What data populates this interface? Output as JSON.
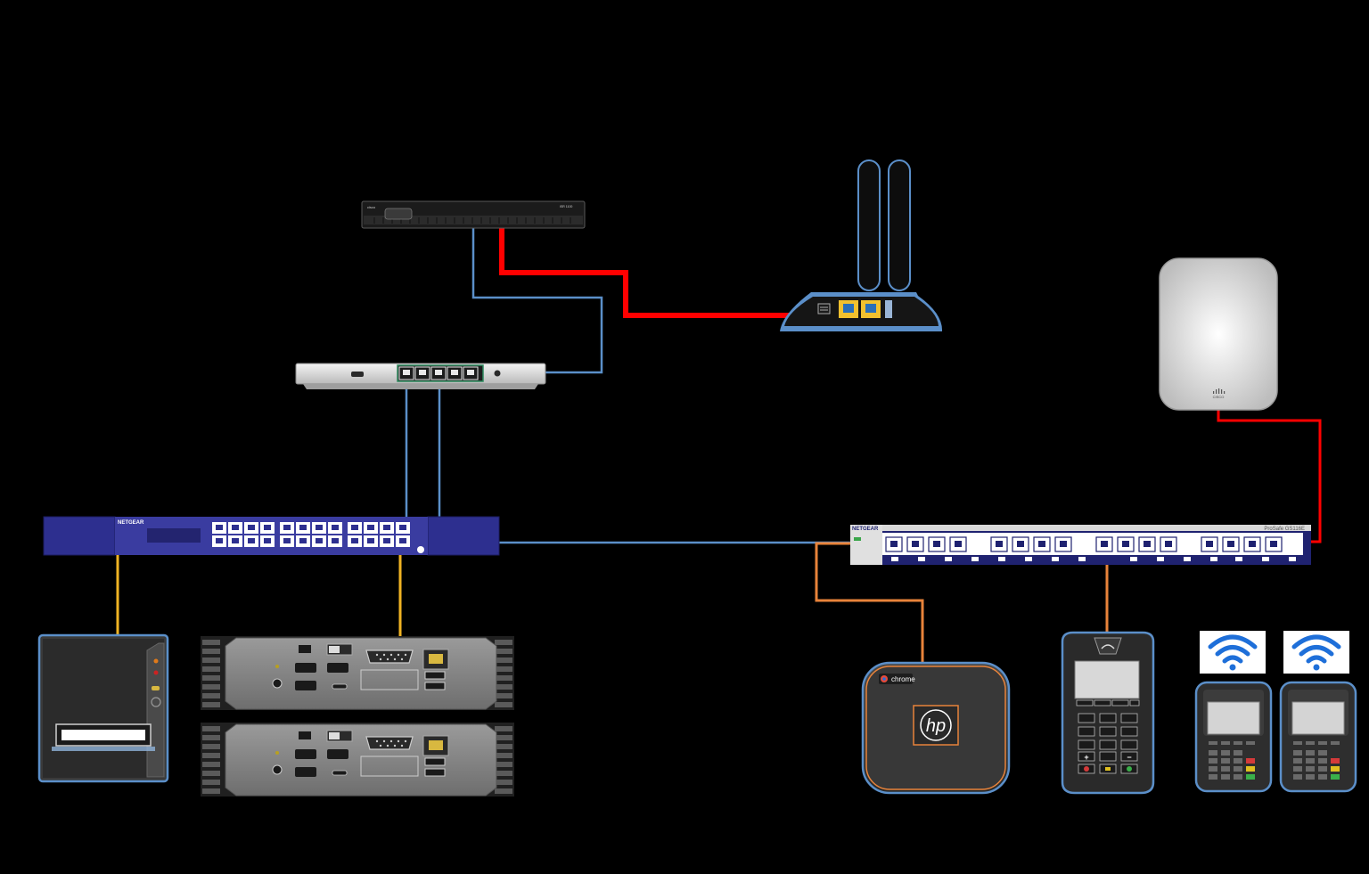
{
  "router": {
    "brand": "cisco",
    "model": "ISR 1100"
  },
  "lte_modem": {
    "name": "lte-modem"
  },
  "access_point": {
    "brand": "CISCO"
  },
  "switch_left": {
    "brand": "NETGEAR"
  },
  "switch_right": {
    "brand": "NETGEAR",
    "series": "ProSafe GS116E"
  },
  "chromebox": {
    "badge": "chrome",
    "logo": "hp"
  },
  "colors": {
    "red_link": "#ff0000",
    "blue_link": "#5b8fc9",
    "orange_link": "#e8833a",
    "yellow_link": "#f0b323",
    "switch_blue": "#2d2f8f",
    "wifi_blue": "#1e6fd9"
  },
  "icons": [
    "router",
    "lte-modem",
    "access-point",
    "poe-switch",
    "netgear-switch",
    "receipt-printer",
    "pos-terminal",
    "chromebox",
    "payment-pinpad",
    "card-reader",
    "wifi-icon"
  ]
}
